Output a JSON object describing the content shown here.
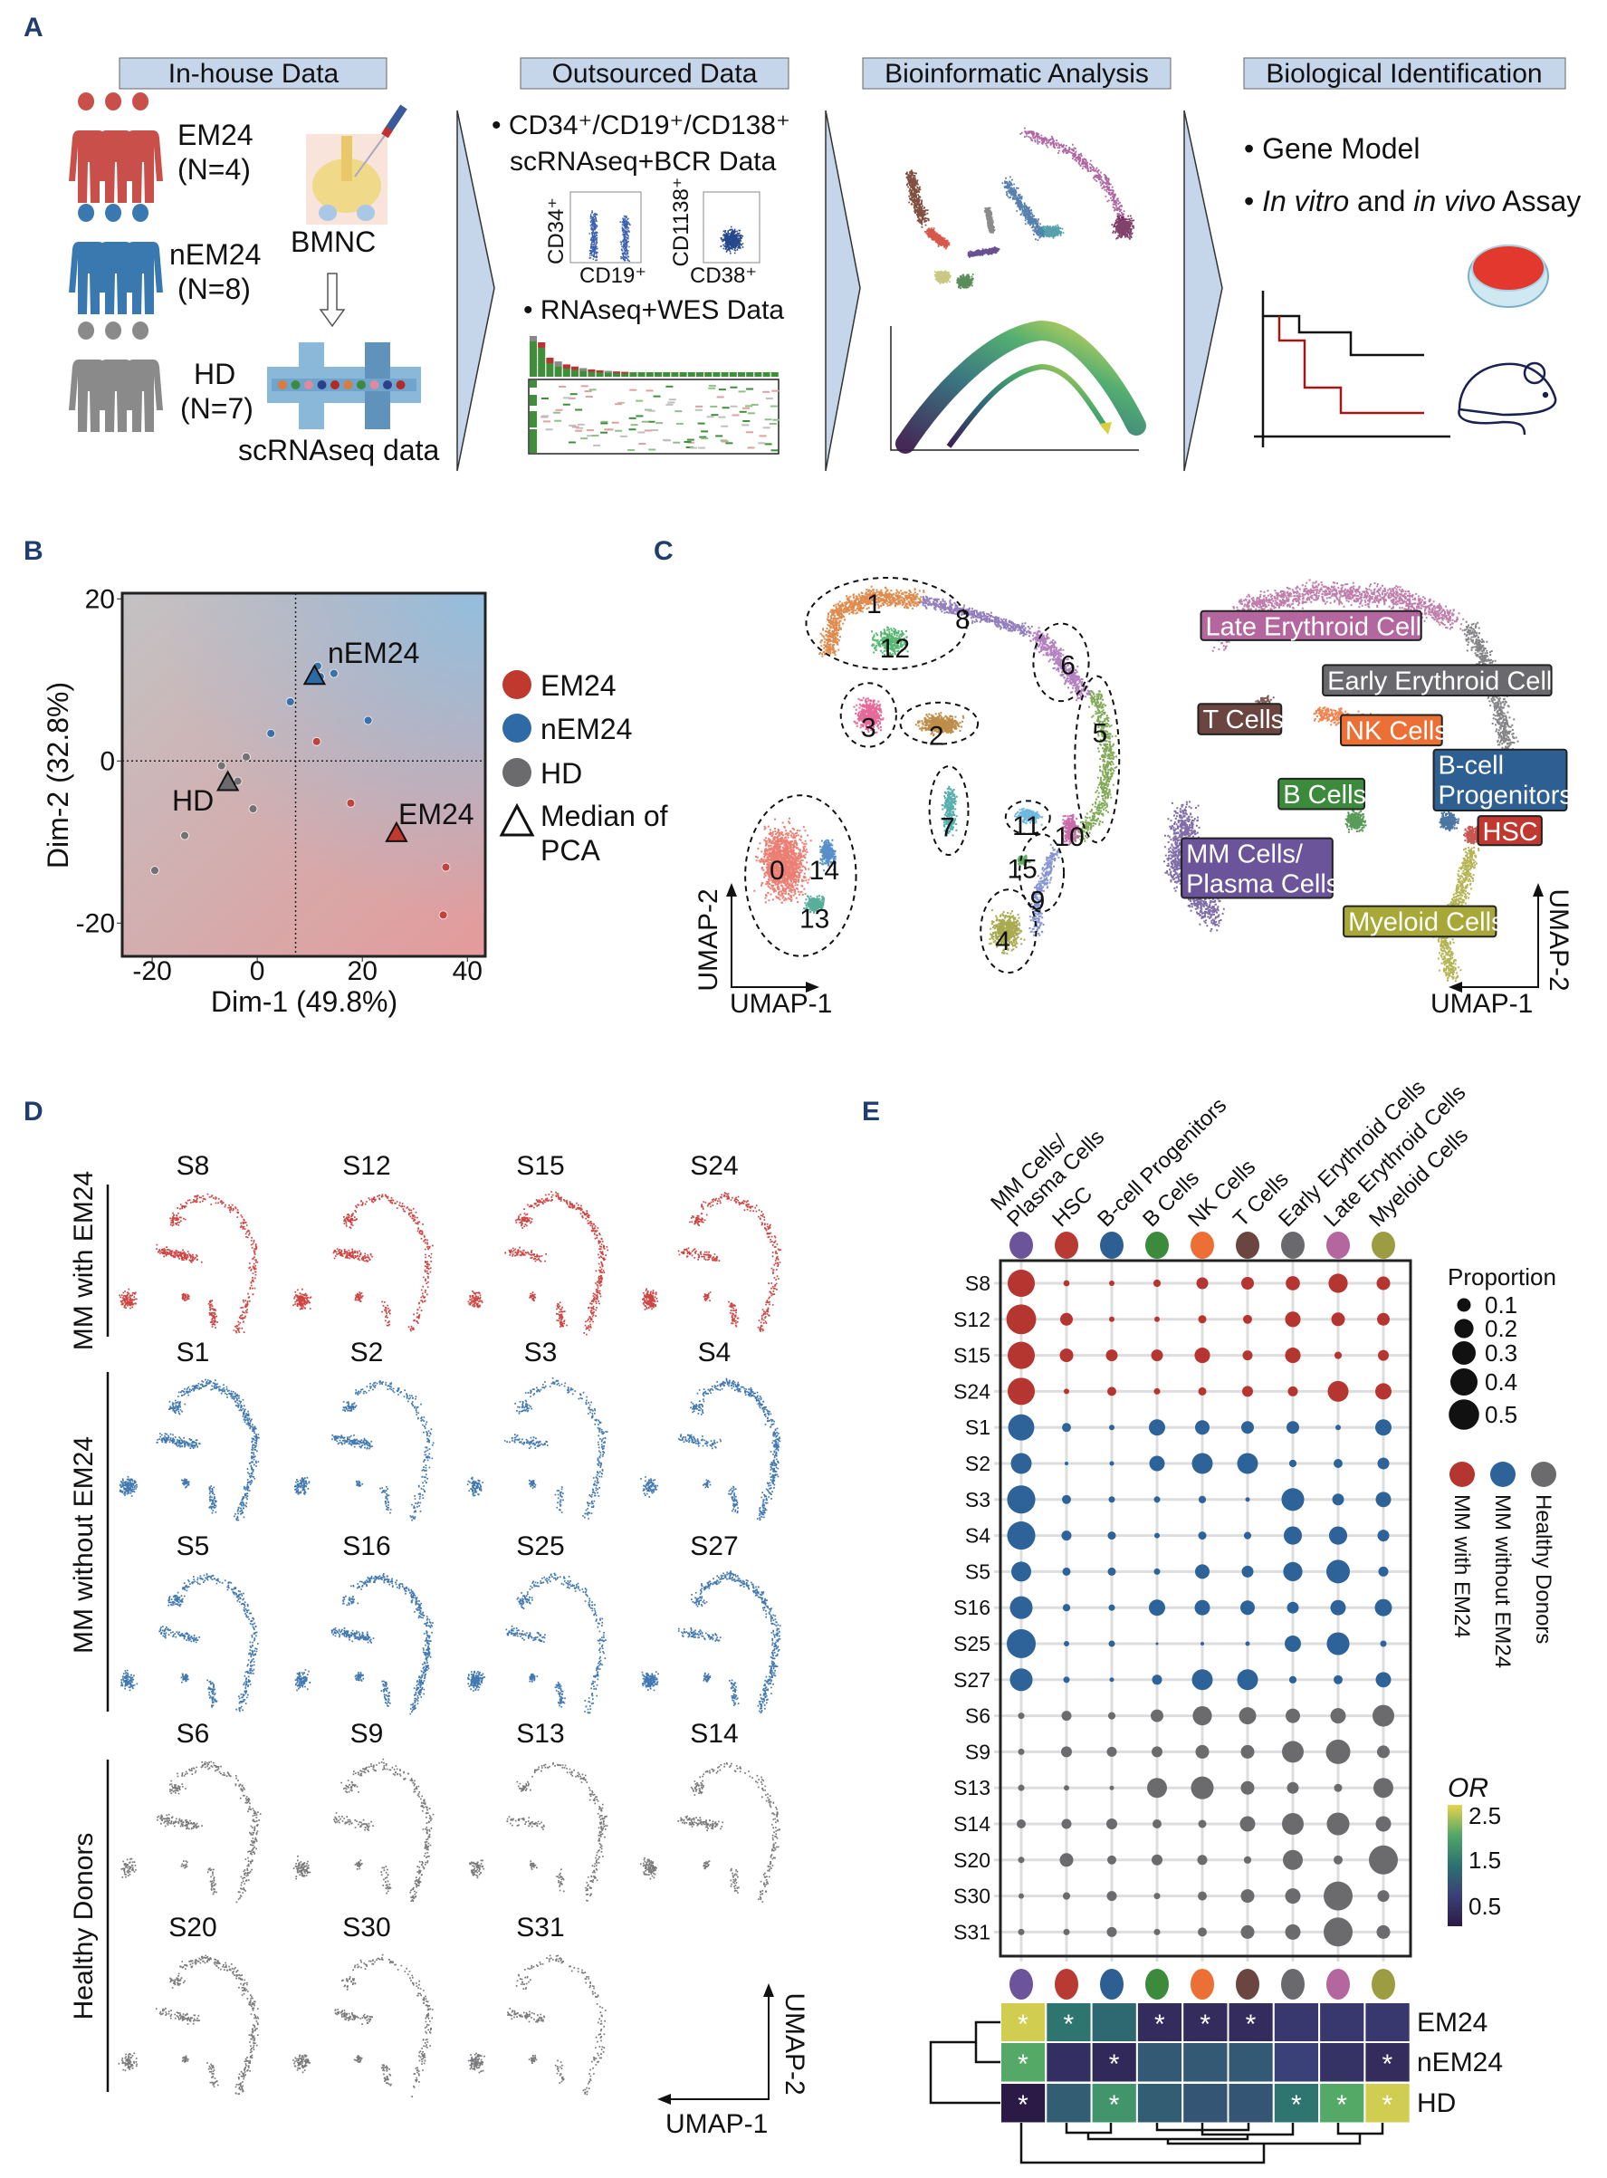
{
  "panels": {
    "a": "A",
    "b": "B",
    "c": "C",
    "d": "D",
    "e": "E"
  },
  "panel_a": {
    "headers": [
      "In-house Data",
      "Outsourced Data",
      "Bioinformatic Analysis",
      "Biological Identification"
    ],
    "groups": [
      {
        "name": "EM24",
        "n": "(N=4)",
        "color": "#c9504a"
      },
      {
        "name": "nEM24",
        "n": "(N=8)",
        "color": "#3a78b0"
      },
      {
        "name": "HD",
        "n": "(N=7)",
        "color": "#8a8a8a"
      }
    ],
    "bmnc": "BMNC",
    "scrnaseq_data": "scRNAseq data",
    "outsourced_line1": "• CD34⁺/CD19⁺/CD138⁺",
    "outsourced_line2": "scRNAseq+BCR Data",
    "flow_labels": {
      "cd34": "CD34⁺",
      "cd19": "CD19⁺",
      "cd138": "CD1138⁺",
      "cd38": "CD38⁺"
    },
    "rnaseq": "• RNAseq+WES Data",
    "gene_model": "• Gene Model",
    "assay": {
      "bullet": "• ",
      "in_vitro": "In vitro",
      "and": " and ",
      "in_vivo": "in vivo",
      "assay": " Assay"
    }
  },
  "chart_data": [
    {
      "id": "pca",
      "type": "scatter",
      "xlabel": "Dim-1 (49.8%)",
      "ylabel": "Dim-2 (32.8%)",
      "xlim": [
        -25.7,
        43.4
      ],
      "ylim": [
        -24.1,
        20.7
      ],
      "xticks": [
        -20,
        0,
        20,
        40
      ],
      "yticks": [
        -20,
        0,
        20
      ],
      "ref_lines": {
        "x": 7.3,
        "y": 0
      },
      "series": [
        {
          "name": "EM24",
          "color": "#c0392f",
          "points": [
            [
              11.3,
              2.4
            ],
            [
              17.8,
              -5.2
            ],
            [
              35.9,
              -13.1
            ],
            [
              35.4,
              -19.0
            ]
          ],
          "median": [
            26.5,
            -9.0
          ]
        },
        {
          "name": "nEM24",
          "color": "#2e6aa6",
          "points": [
            [
              11.5,
              11.7
            ],
            [
              14.6,
              10.8
            ],
            [
              6.3,
              7.3
            ],
            [
              21.1,
              5.0
            ],
            [
              2.6,
              3.4
            ],
            [
              12.0,
              10.4
            ]
          ],
          "median": [
            10.9,
            10.4
          ]
        },
        {
          "name": "HD",
          "color": "#6b6b6e",
          "points": [
            [
              -2.1,
              0.5
            ],
            [
              -6.8,
              -0.6
            ],
            [
              -3.7,
              -2.5
            ],
            [
              -0.8,
              -5.9
            ],
            [
              -13.8,
              -9.2
            ],
            [
              -19.5,
              -13.5
            ]
          ],
          "median": [
            -5.6,
            -2.7
          ]
        }
      ],
      "legend": [
        "EM24",
        "nEM24",
        "HD"
      ],
      "legend_triangle": [
        "Median of",
        "PCA"
      ],
      "legend_position": "right"
    },
    {
      "id": "dotplot",
      "type": "scatter",
      "size_label": "Proportion",
      "size_legend": [
        0.1,
        0.2,
        0.3,
        0.4,
        0.5
      ],
      "columns": [
        "MM Cells/|Plasma Cells",
        "HSC",
        "B-cell Progenitors",
        "B Cells",
        "NK Cells",
        "T Cells",
        "Early Erythroid Cells",
        "Late Erythroid Cells",
        "Myeloid Cells"
      ],
      "column_colors": [
        "#6b5499",
        "#b83a32",
        "#2d5f92",
        "#3c8a3c",
        "#ec7035",
        "#6b4540",
        "#6a6a6e",
        "#b4679e",
        "#9c9c42"
      ],
      "groups": [
        {
          "name": "MM with EM24",
          "color": "#b53530"
        },
        {
          "name": "MM without EM24",
          "color": "#2d6399"
        },
        {
          "name": "Healthy Donors",
          "color": "#6b6b6e"
        }
      ],
      "rows": [
        {
          "sample": "S8",
          "group": 0,
          "values": [
            0.4,
            0.02,
            0.016,
            0.03,
            0.075,
            0.087,
            0.11,
            0.2,
            0.1
          ]
        },
        {
          "sample": "S12",
          "group": 0,
          "values": [
            0.48,
            0.087,
            0.016,
            0.016,
            0.036,
            0.044,
            0.13,
            0.1,
            0.087
          ]
        },
        {
          "sample": "S15",
          "group": 0,
          "values": [
            0.4,
            0.1,
            0.075,
            0.075,
            0.13,
            0.054,
            0.13,
            0.03,
            0.064
          ]
        },
        {
          "sample": "S24",
          "group": 0,
          "values": [
            0.4,
            0.016,
            0.044,
            0.022,
            0.036,
            0.064,
            0.054,
            0.235,
            0.144
          ]
        },
        {
          "sample": "S1",
          "group": 1,
          "values": [
            0.37,
            0.044,
            0.016,
            0.144,
            0.114,
            0.087,
            0.087,
            0.016,
            0.144
          ]
        },
        {
          "sample": "S2",
          "group": 1,
          "values": [
            0.235,
            0.007,
            0.011,
            0.128,
            0.235,
            0.235,
            0.03,
            0.044,
            0.075
          ]
        },
        {
          "sample": "S3",
          "group": 1,
          "values": [
            0.43,
            0.044,
            0.022,
            0.022,
            0.03,
            0.011,
            0.28,
            0.075,
            0.128
          ]
        },
        {
          "sample": "S4",
          "group": 1,
          "values": [
            0.43,
            0.054,
            0.036,
            0.016,
            0.036,
            0.03,
            0.18,
            0.18,
            0.075
          ]
        },
        {
          "sample": "S5",
          "group": 1,
          "values": [
            0.215,
            0.036,
            0.036,
            0.022,
            0.114,
            0.075,
            0.2,
            0.3,
            0.054
          ]
        },
        {
          "sample": "S16",
          "group": 1,
          "values": [
            0.28,
            0.03,
            0.022,
            0.144,
            0.128,
            0.114,
            0.075,
            0.128,
            0.16
          ]
        },
        {
          "sample": "S25",
          "group": 1,
          "values": [
            0.455,
            0.016,
            0.022,
            0.004,
            0.007,
            0.011,
            0.144,
            0.28,
            0.022
          ]
        },
        {
          "sample": "S27",
          "group": 1,
          "values": [
            0.28,
            0.022,
            0.011,
            0.054,
            0.235,
            0.235,
            0.03,
            0.044,
            0.128
          ]
        },
        {
          "sample": "S6",
          "group": 2,
          "values": [
            0.022,
            0.054,
            0.03,
            0.087,
            0.2,
            0.16,
            0.114,
            0.128,
            0.256
          ]
        },
        {
          "sample": "S9",
          "group": 2,
          "values": [
            0.022,
            0.064,
            0.054,
            0.064,
            0.1,
            0.1,
            0.256,
            0.324,
            0.087
          ]
        },
        {
          "sample": "S13",
          "group": 2,
          "values": [
            0.022,
            0.016,
            0.011,
            0.215,
            0.28,
            0.1,
            0.075,
            0.036,
            0.215
          ]
        },
        {
          "sample": "S14",
          "group": 2,
          "values": [
            0.044,
            0.054,
            0.064,
            0.044,
            0.036,
            0.128,
            0.256,
            0.28,
            0.128
          ]
        },
        {
          "sample": "S20",
          "group": 2,
          "values": [
            0.022,
            0.1,
            0.044,
            0.064,
            0.054,
            0.03,
            0.215,
            0.044,
            0.455
          ]
        },
        {
          "sample": "S30",
          "group": 2,
          "values": [
            0.016,
            0.03,
            0.054,
            0.022,
            0.044,
            0.1,
            0.128,
            0.455,
            0.075
          ]
        },
        {
          "sample": "S31",
          "group": 2,
          "values": [
            0.022,
            0.022,
            0.054,
            0.022,
            0.044,
            0.1,
            0.128,
            0.455,
            0.1
          ]
        }
      ]
    },
    {
      "id": "or_heatmap",
      "type": "heatmap",
      "color_label": "OR",
      "color_ticks": [
        2.5,
        1.5,
        0.5
      ],
      "color_range": [
        0.1,
        2.6
      ],
      "rows": [
        {
          "name": "EM24",
          "values": [
            2.5,
            1.4,
            1.25,
            0.4,
            0.4,
            0.4,
            0.6,
            0.6,
            0.6
          ],
          "sig": [
            1,
            1,
            0,
            1,
            1,
            1,
            0,
            0,
            0
          ]
        },
        {
          "name": "nEM24",
          "values": [
            2.0,
            0.45,
            0.35,
            1.05,
            1.05,
            1.05,
            0.75,
            0.5,
            0.4
          ],
          "sig": [
            1,
            0,
            1,
            0,
            0,
            0,
            0,
            0,
            1
          ]
        },
        {
          "name": "HD",
          "values": [
            0.1,
            1.1,
            1.75,
            1.1,
            1.0,
            1.0,
            1.4,
            2.0,
            2.5
          ],
          "sig": [
            1,
            0,
            1,
            0,
            0,
            0,
            1,
            1,
            1
          ]
        }
      ],
      "star": "*"
    }
  ],
  "panel_c": {
    "clusters": [
      "0",
      "1",
      "2",
      "3",
      "4",
      "5",
      "6",
      "7",
      "8",
      "9",
      "10",
      "11",
      "12",
      "13",
      "14",
      "15"
    ],
    "cell_types": [
      {
        "label": "Late Erythroid Cells",
        "color": "#b4679e"
      },
      {
        "label": "Early Erythroid Cells",
        "color": "#6a6a6e"
      },
      {
        "label": "T Cells",
        "color": "#6b4540"
      },
      {
        "label": "NK Cells",
        "color": "#ec7035"
      },
      {
        "label": "B-cell|Progenitors",
        "color": "#2d5f92"
      },
      {
        "label": "B Cells",
        "color": "#3c8a3c"
      },
      {
        "label": "HSC",
        "color": "#c03830"
      },
      {
        "label": "MM Cells/|Plasma Cells",
        "color": "#6b5499"
      },
      {
        "label": "Myeloid Cells",
        "color": "#a8a838"
      }
    ],
    "umap1": "UMAP-1",
    "umap2": "UMAP-2"
  },
  "panel_d": {
    "groups": [
      {
        "label": "MM with EM24",
        "color": "#c9302c",
        "samples": [
          "S8",
          "S12",
          "S15",
          "S24"
        ]
      },
      {
        "label": "MM without EM24",
        "color": "#2d6aa8",
        "samples": [
          "S1",
          "S2",
          "S3",
          "S4",
          "S5",
          "S16",
          "S25",
          "S27"
        ]
      },
      {
        "label": "Healthy Donors",
        "color": "#6b6b6e",
        "samples": [
          "S6",
          "S9",
          "S13",
          "S14",
          "S20",
          "S30",
          "S31"
        ]
      }
    ],
    "umap1": "UMAP-1",
    "umap2": "UMAP-2"
  }
}
